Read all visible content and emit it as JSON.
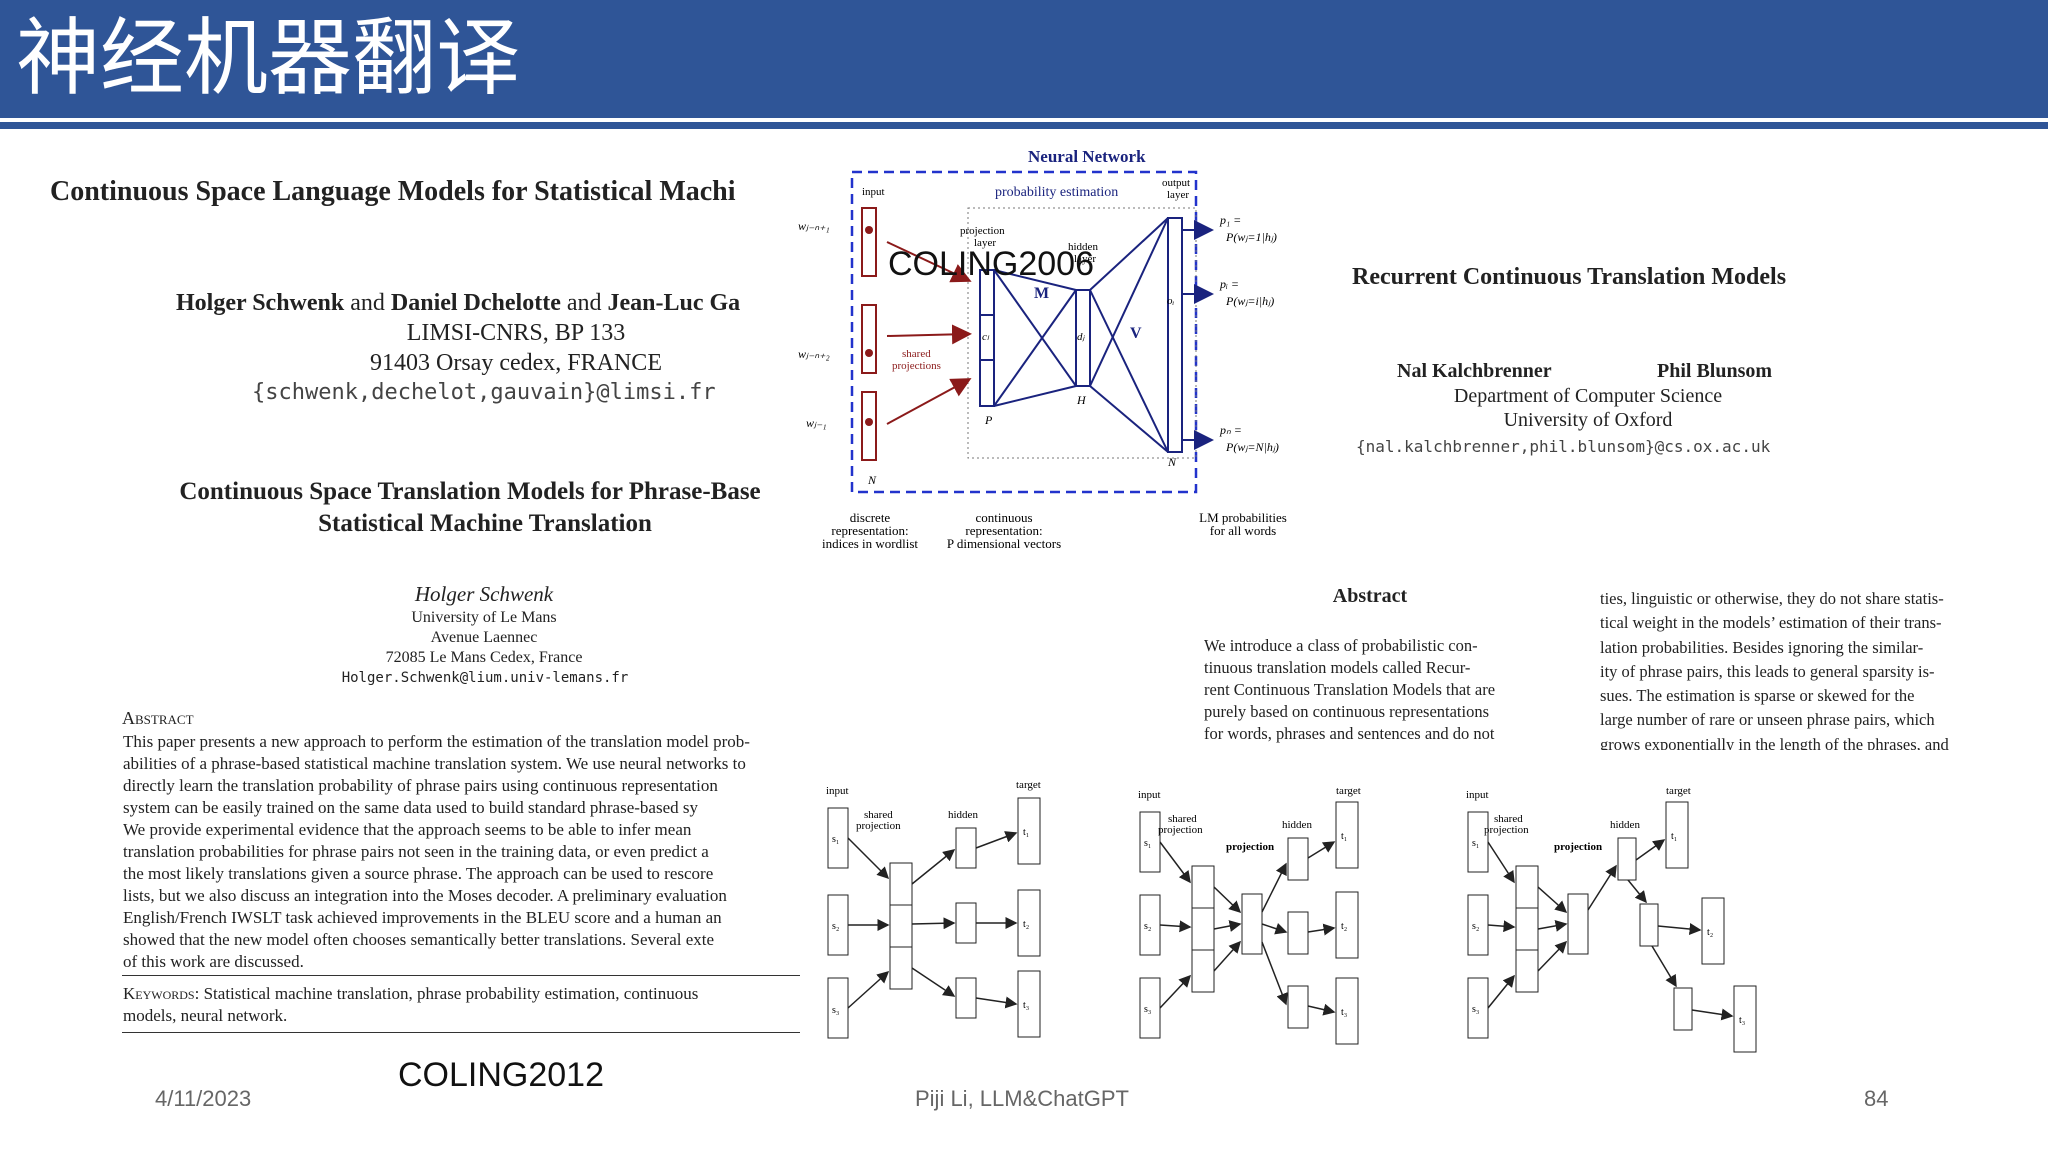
{
  "slide": {
    "title": "神经机器翻译",
    "footer": {
      "date": "4/11/2023",
      "author": "Piji Li, LLM&ChatGPT",
      "page": "84"
    }
  },
  "overlay_labels": {
    "coling2006": "COLING2006",
    "coling2012": "COLING2012"
  },
  "paper1": {
    "title": "Continuous Space Language Models for Statistical Machi",
    "author_a": "Holger Schwenk",
    "and1": "and",
    "author_b": "Daniel Dchelotte",
    "and2": "and",
    "author_c": "Jean-Luc Ga",
    "affil1": "LIMSI-CNRS, BP 133",
    "affil2": "91403 Orsay cedex, FRANCE",
    "email": "{schwenk,dechelot,gauvain}@limsi.fr"
  },
  "paper2": {
    "title1": "Continuous Space Translation Models for Phrase-Base",
    "title2": "Statistical Machine Translation",
    "author": "Holger Schwenk",
    "affil1": "University of Le Mans",
    "affil2": "Avenue Laennec",
    "affil3": "72085 Le Mans Cedex, France",
    "email": "Holger.Schwenk@lium.univ-lemans.fr",
    "abstract_heading": "Abstract",
    "abstract_lines": [
      "This paper presents a new approach to perform the estimation of the translation model prob-",
      "abilities of a phrase-based statistical machine translation system. We use neural networks to",
      "directly learn the translation probability of phrase pairs using continuous representation",
      "system can be easily trained on the same data used to build standard phrase-based sy",
      "We provide experimental evidence that the approach seems to be able to infer mean",
      "translation probabilities for phrase pairs not seen in the training data, or even predict a",
      "the most likely translations given a source phrase. The approach can be used to rescore",
      "lists, but we also discuss an integration into the Moses decoder. A preliminary evaluation",
      "English/French IWSLT task achieved improvements in the BLEU score and a human an",
      "showed that the new model often chooses semantically better translations. Several exte",
      "of this work are discussed."
    ],
    "keywords_label": "Keywords:",
    "keywords_line1": "Statistical machine translation, phrase probability estimation, continuous",
    "keywords_line2": "models, neural network."
  },
  "paper3": {
    "title": "Recurrent Continuous Translation Models",
    "author1": "Nal Kalchbrenner",
    "author2": "Phil Blunsom",
    "affil1": "Department of Computer Science",
    "affil2": "University of Oxford",
    "email": "{nal.kalchbrenner,phil.blunsom}@cs.ox.ac.uk",
    "abstract_heading": "Abstract",
    "abstract_left": [
      "We introduce a class of probabilistic con-",
      "tinuous translation models called Recur-",
      "rent Continuous Translation Models that are",
      "purely based on continuous representations",
      "for words, phrases and sentences and do not"
    ],
    "abstract_right": [
      "ties, linguistic or otherwise, they do not share statis-",
      "tical weight in the models’ estimation of their trans-",
      "lation probabilities. Besides ignoring the similar-",
      "ity of phrase pairs, this leads to general sparsity is-",
      "sues. The estimation is sparse or skewed for the",
      "large number of rare or unseen phrase pairs, which",
      "grows exponentially in the length of the phrases, and"
    ]
  },
  "nn_diagram": {
    "title": "Neural Network",
    "prob_est": "probability estimation",
    "input": "input",
    "output_layer_1": "output",
    "output_layer_2": "layer",
    "projection_1": "projection",
    "projection_2": "layer",
    "hidden_1": "hidden",
    "hidden_2": "layer",
    "shared_1": "shared",
    "shared_2": "projections",
    "M": "M",
    "V": "V",
    "P": "P",
    "H": "H",
    "N": "N",
    "cl": "cₗ",
    "dj": "dⱼ",
    "oi": "oᵢ",
    "w1": "wⱼ₋ₙ₊₁",
    "w2": "wⱼ₋ₙ₊₂",
    "w3": "wⱼ₋₁",
    "p1a": "p₁ =",
    "p1b": "P(wⱼ=1|hⱼ)",
    "pia": "pᵢ =",
    "pib": "P(wⱼ=i|hⱼ)",
    "pNa": "pₙ =",
    "pNb": "P(wⱼ=N|hⱼ)",
    "cap_discrete_1": "discrete",
    "cap_discrete_2": "representation:",
    "cap_discrete_3": "indices in wordlist",
    "cap_cont_1": "continuous",
    "cap_cont_2": "representation:",
    "cap_cont_3": "P dimensional vectors",
    "cap_lm_1": "LM probabilities",
    "cap_lm_2": "for all words"
  },
  "mini_diagrams": {
    "input": "input",
    "target": "target",
    "shared_1": "shared",
    "shared_2": "projection",
    "hidden": "hidden",
    "projection": "projection",
    "s1": "s₁",
    "s2": "s₂",
    "s3": "s₃",
    "t1": "t₁",
    "t2": "t₂",
    "t3": "t₃"
  }
}
